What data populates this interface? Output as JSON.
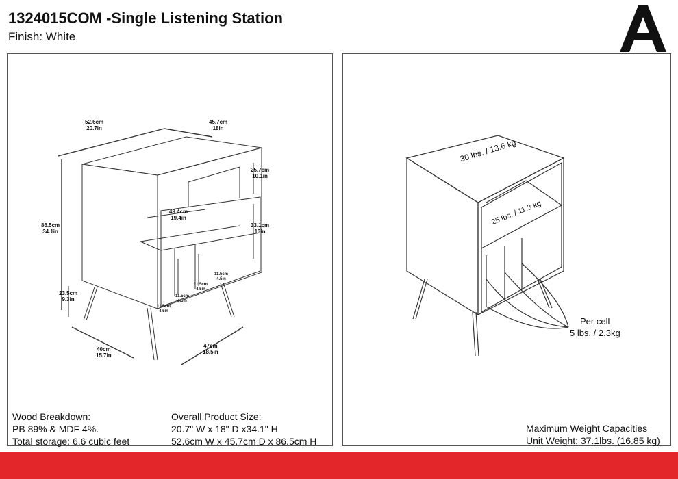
{
  "header": {
    "title": "1324015COM -Single Listening Station",
    "finish": "Finish:  White"
  },
  "dimensions": {
    "width": {
      "cm": "52.6cm",
      "in": "20.7in"
    },
    "depth": {
      "cm": "45.7cm",
      "in": "18in"
    },
    "height": {
      "cm": "86.5cm",
      "in": "34.1in"
    },
    "top_shelf": {
      "cm": "25.7cm",
      "in": "10.1in"
    },
    "inner_width": {
      "cm": "49.4cm",
      "in": "19.4in"
    },
    "lower_height": {
      "cm": "33.1cm",
      "in": "13in"
    },
    "leg_height": {
      "cm": "23.5cm",
      "in": "9.3in"
    },
    "leg_width": {
      "cm": "40cm",
      "in": "15.7in"
    },
    "leg_depth": {
      "cm": "47cm",
      "in": "18.5in"
    },
    "cells": [
      {
        "cm": "11.5cm",
        "in": "4.5in"
      },
      {
        "cm": "11.5cm",
        "in": "4.5in"
      },
      {
        "cm": "11.5cm",
        "in": "4.5in"
      },
      {
        "cm": "11.5cm",
        "in": "4.5in"
      }
    ]
  },
  "weights": {
    "top": "30 lbs. / 13.6 kg",
    "shelf": "25 lbs. / 11.3 kg",
    "per_cell_label": "Per cell",
    "per_cell_value": "5 lbs. / 2.3kg"
  },
  "wood": {
    "title": "Wood Breakdown:",
    "composition": "PB 89% & MDF 4%.",
    "storage": "Total storage: 6.6 cubic feet"
  },
  "overall": {
    "title": "Overall Product Size:",
    "imperial": "20.7\" W x 18\" D x34.1\" H",
    "metric": "52.6cm W x 45.7cm D x 86.5cm H"
  },
  "capacity": {
    "title": "Maximum Weight Capacities",
    "unit_weight": "Unit Weight: 37.1lbs. (16.85 kg)"
  },
  "colors": {
    "accent_bar": "#e3262a",
    "line": "#333333"
  },
  "icons": {
    "logo": "a-logo-icon"
  }
}
